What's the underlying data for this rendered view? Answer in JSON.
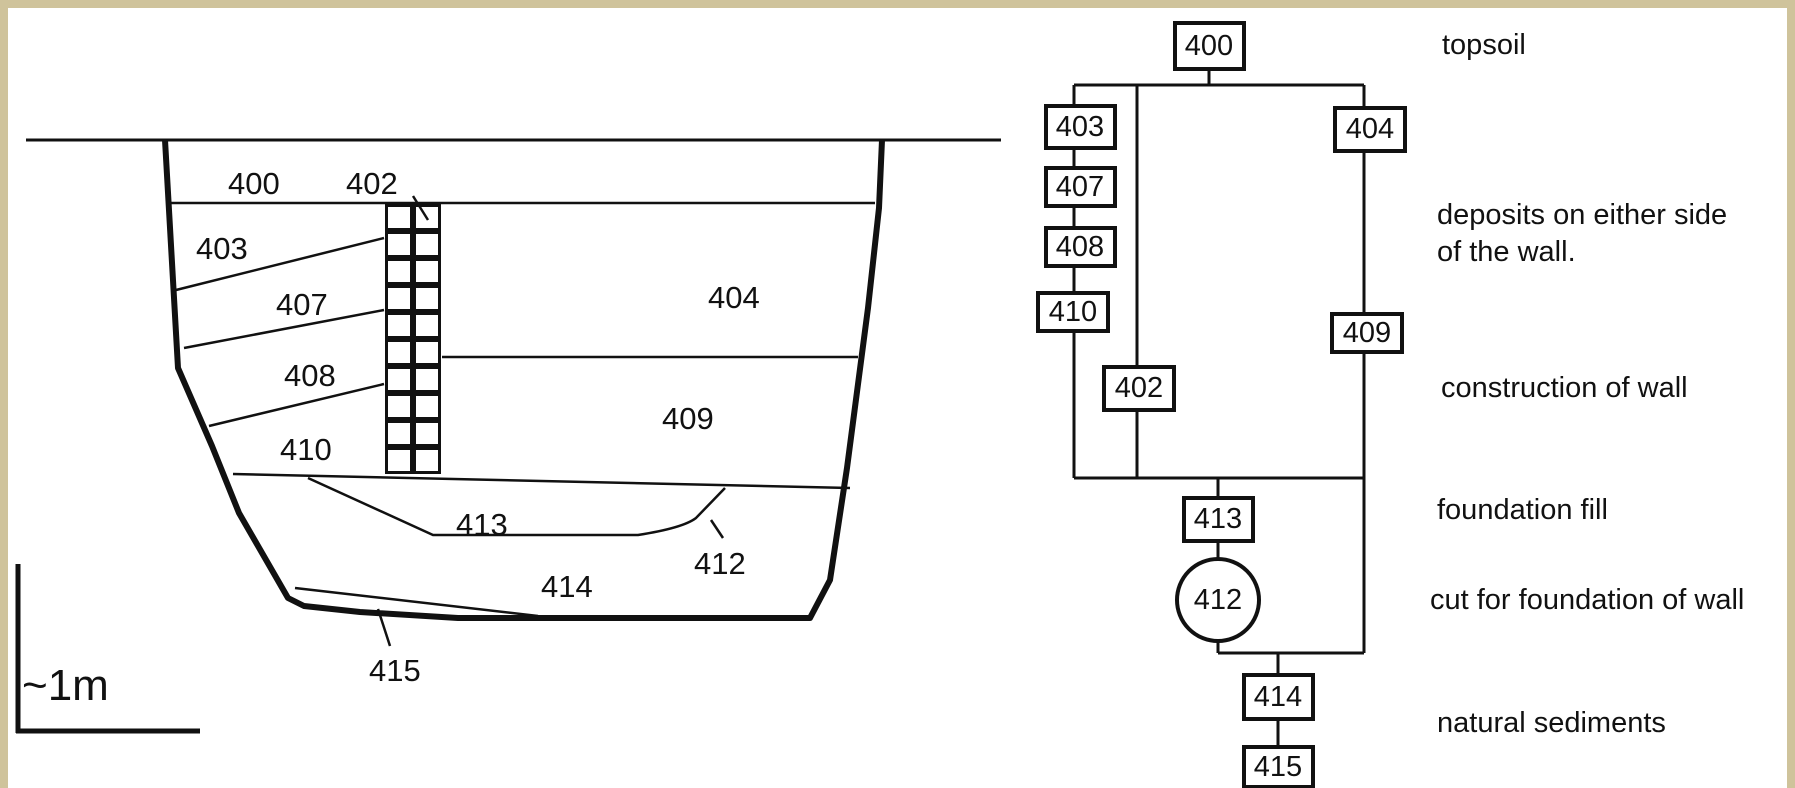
{
  "section": {
    "labels": {
      "l400": "400",
      "l402": "402",
      "l403": "403",
      "l404": "404",
      "l407": "407",
      "l408": "408",
      "l409": "409",
      "l410": "410",
      "l412": "412",
      "l413": "413",
      "l414": "414",
      "l415": "415"
    },
    "scale_label": "~1m"
  },
  "matrix": {
    "boxes": {
      "b400": "400",
      "b403": "403",
      "b404": "404",
      "b407": "407",
      "b408": "408",
      "b409": "409",
      "b410": "410",
      "b402": "402",
      "b413": "413",
      "b412": "412",
      "b414": "414",
      "b415": "415"
    },
    "annotations": {
      "topsoil": "topsoil",
      "deposits_line1": "deposits on either side",
      "deposits_line2": "of the wall.",
      "construction": "construction of wall",
      "foundation_fill": "foundation fill",
      "cut": "cut for foundation of wall",
      "natural": "natural sediments"
    }
  }
}
